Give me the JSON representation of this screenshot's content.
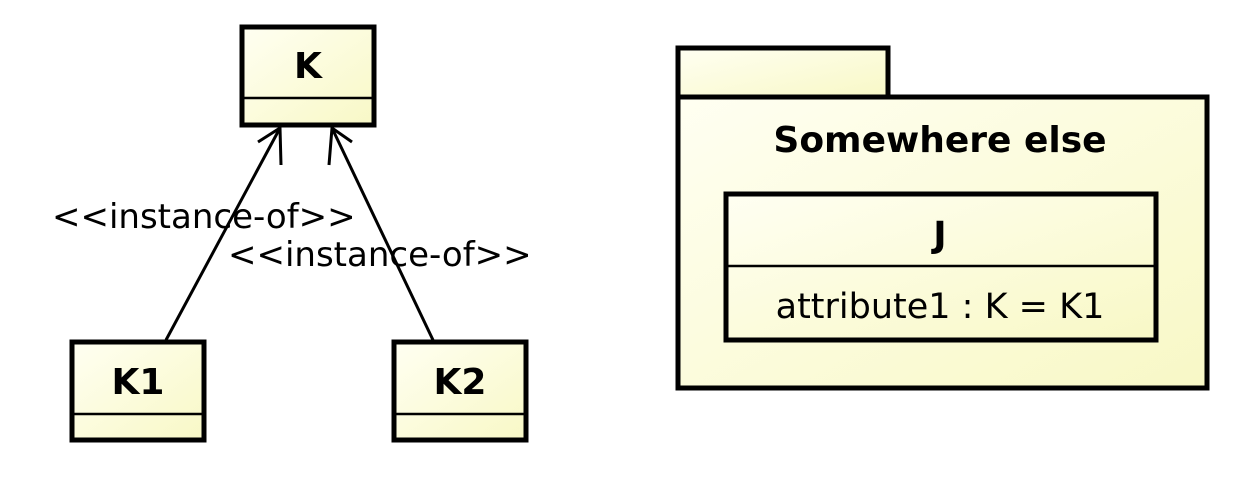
{
  "classes": {
    "k": {
      "name": "K"
    },
    "k1": {
      "name": "K1"
    },
    "k2": {
      "name": "K2"
    }
  },
  "relations": [
    {
      "from": "K1",
      "to": "K",
      "stereotype": "<<instance-of>>"
    },
    {
      "from": "K2",
      "to": "K",
      "stereotype": "<<instance-of>>"
    }
  ],
  "package": {
    "name": "Somewhere else",
    "class_j": {
      "name": "J",
      "attribute": "attribute1 : K = K1"
    }
  },
  "colors": {
    "box_fill_light": "#fffff2",
    "box_fill_dark": "#fafacc",
    "stroke": "#000000"
  }
}
